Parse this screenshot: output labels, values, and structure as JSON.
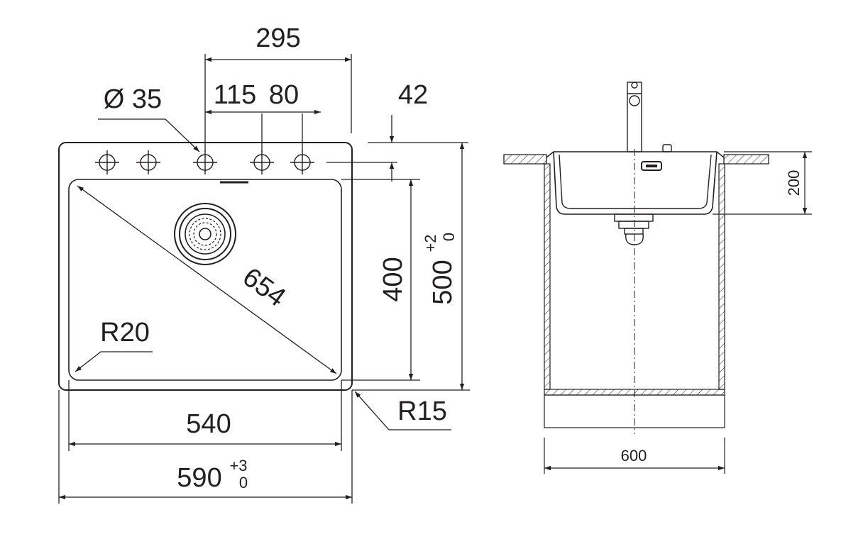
{
  "dimensions": {
    "width_top": "295",
    "hole_diameter": "Ø 35",
    "hole_spacing_1": "115",
    "hole_spacing_2": "80",
    "deck_offset": "42",
    "bowl_length": "400",
    "overall_length": "500",
    "overall_length_tol_upper": "+2",
    "overall_length_tol_lower": "0",
    "bowl_diagonal": "654",
    "inner_radius": "R20",
    "outer_radius": "R15",
    "bowl_width": "540",
    "overall_width": "590",
    "overall_width_tol_upper": "+3",
    "overall_width_tol_lower": "0",
    "cabinet_width": "600",
    "bowl_depth": "200"
  },
  "colors": {
    "line": "#231f20",
    "hatch": "#231f20",
    "background": "#ffffff"
  },
  "icons": [
    "tap-hole-icon",
    "drain-strainer-icon",
    "faucet-icon",
    "overflow-icon"
  ]
}
